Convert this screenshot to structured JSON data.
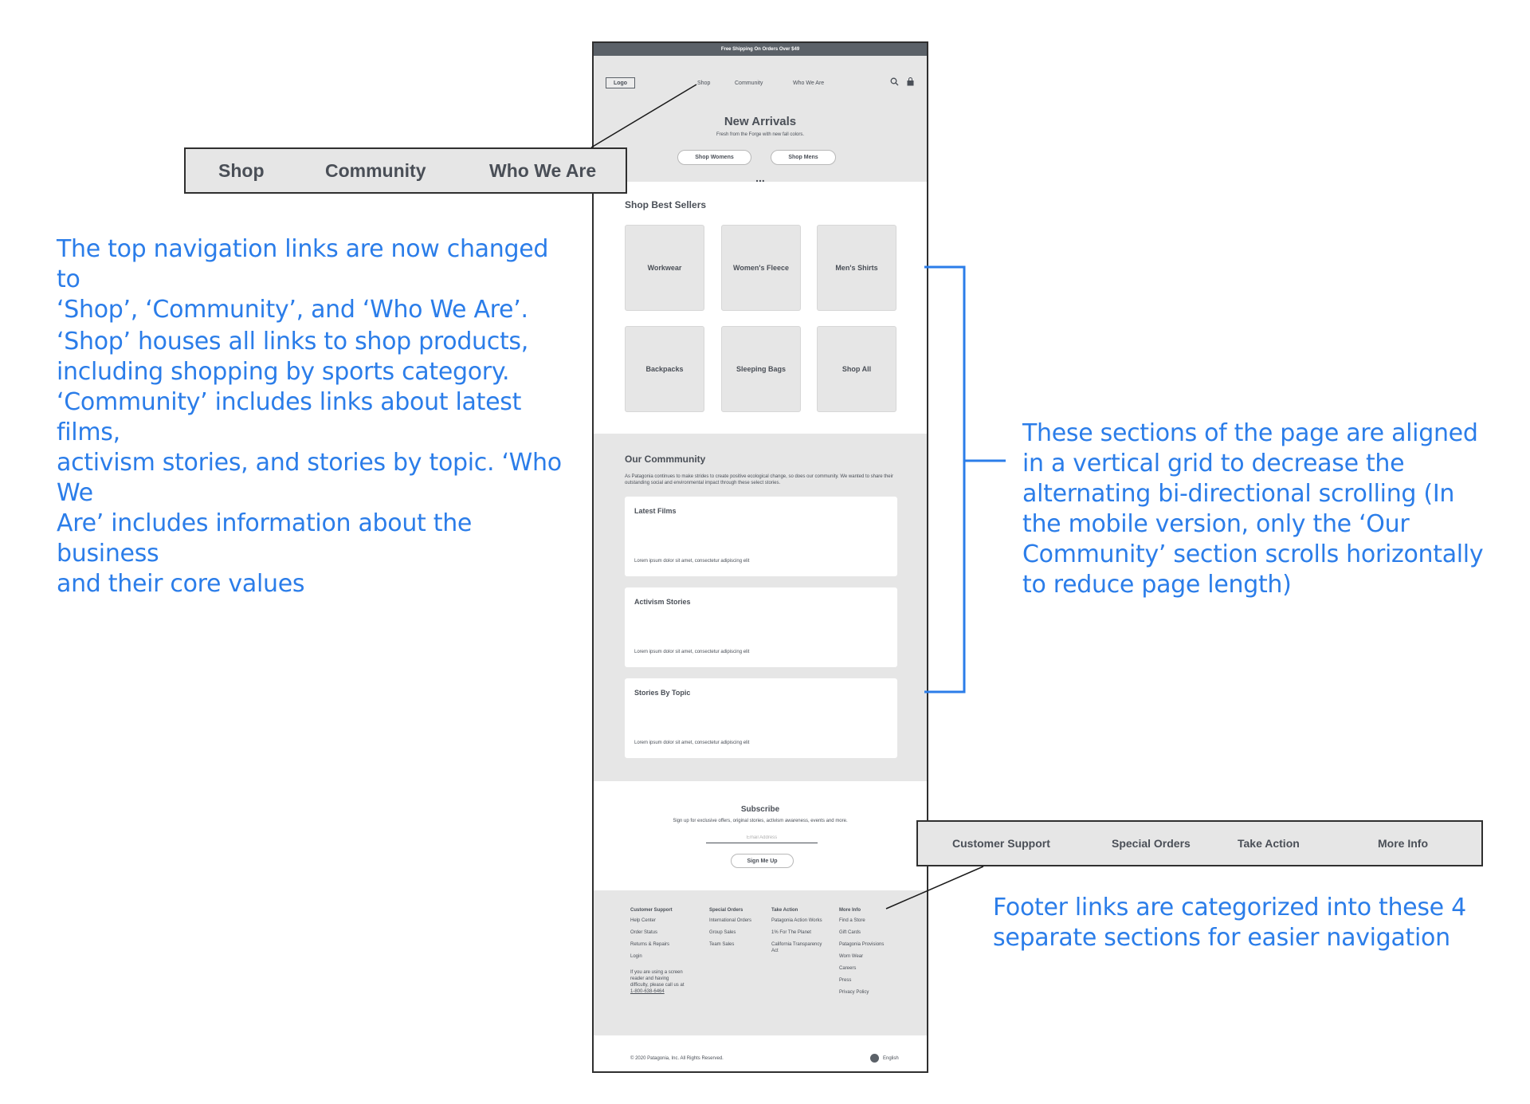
{
  "annotations": {
    "nav_callout": {
      "shop": "Shop",
      "community": "Community",
      "who_we_are": "Who We Are"
    },
    "nav_note": "The top navigation links are now changed to\n‘Shop’, ‘Community’, and ‘Who We Are’.",
    "nav_detail": "‘Shop’ houses all links to shop products,\nincluding shopping by sports category.\n‘Community’ includes links about latest films,\nactivism stories, and stories by topic. ‘Who We\nAre’ includes information about the business\nand their core values",
    "grid_note": "These sections of the page are aligned\nin a vertical grid to decrease the\nalternating bi-directional scrolling (In\nthe mobile version, only the ‘Our\nCommunity’ section scrolls horizontally\nto reduce page length)",
    "footer_callout": {
      "support": "Customer Support",
      "special": "Special Orders",
      "action": "Take Action",
      "more": "More Info"
    },
    "footer_note": "Footer links are categorized into these 4\nseparate sections for easier navigation"
  },
  "wireframe": {
    "promo": "Free Shipping On Orders Over $49",
    "logo": "Logo",
    "nav": {
      "shop": "Shop",
      "community": "Community",
      "who_we_are": "Who We Are"
    },
    "icons": {
      "search": "search-icon",
      "bag": "shopping-bag-icon"
    },
    "hero": {
      "title": "New Arrivals",
      "subtitle": "Fresh from the Forge with new fall colors.",
      "btn_womens": "Shop Womens",
      "btn_mens": "Shop Mens",
      "dots": "..."
    },
    "best_sellers": {
      "title": "Shop Best Sellers",
      "tiles": [
        "Workwear",
        "Women's Fleece",
        "Men's Shirts",
        "Backpacks",
        "Sleeping Bags",
        "Shop All"
      ]
    },
    "community": {
      "title": "Our Commmunity",
      "desc": "As Patagonia continues to make strides to create positive ecological change, so does our community. We wanted to share their outstanding social and environmental impact through these select stories.",
      "cards": [
        {
          "title": "Latest Films",
          "body": "Lorem ipsum dolor sit amet, consectetur adipiscing elit"
        },
        {
          "title": "Activism Stories",
          "body": "Lorem ipsum dolor sit amet, consectetur adipiscing elit"
        },
        {
          "title": "Stories By Topic",
          "body": "Lorem ipsum dolor sit amet, consectetur adipiscing elit"
        }
      ]
    },
    "subscribe": {
      "title": "Subscribe",
      "desc": "Sign up for exclusive offers, original stories, activism awareness, events and more.",
      "placeholder": "Email Address",
      "button": "Sign Me Up"
    },
    "footer": {
      "columns": [
        {
          "heading": "Customer Support",
          "links": [
            "Help Center",
            "Order Status",
            "Returns & Repairs",
            "Login"
          ],
          "note": "If you are using a screen reader and having difficulty, please call us at",
          "phone": "1-800-638-6464"
        },
        {
          "heading": "Special Orders",
          "links": [
            "International Orders",
            "Group Sales",
            "Team Sales"
          ]
        },
        {
          "heading": "Take Action",
          "links": [
            "Patagonia Action Works",
            "1% For The Planet",
            "California Transparency Act"
          ]
        },
        {
          "heading": "More Info",
          "links": [
            "Find a Store",
            "Gift Cards",
            "Patagonia Provisions",
            "Worn Wear",
            "Careers",
            "Press",
            "Privacy Policy"
          ]
        }
      ],
      "copyright": "© 2020 Patagonia, Inc. All Rights Reserved.",
      "language": "English"
    }
  }
}
